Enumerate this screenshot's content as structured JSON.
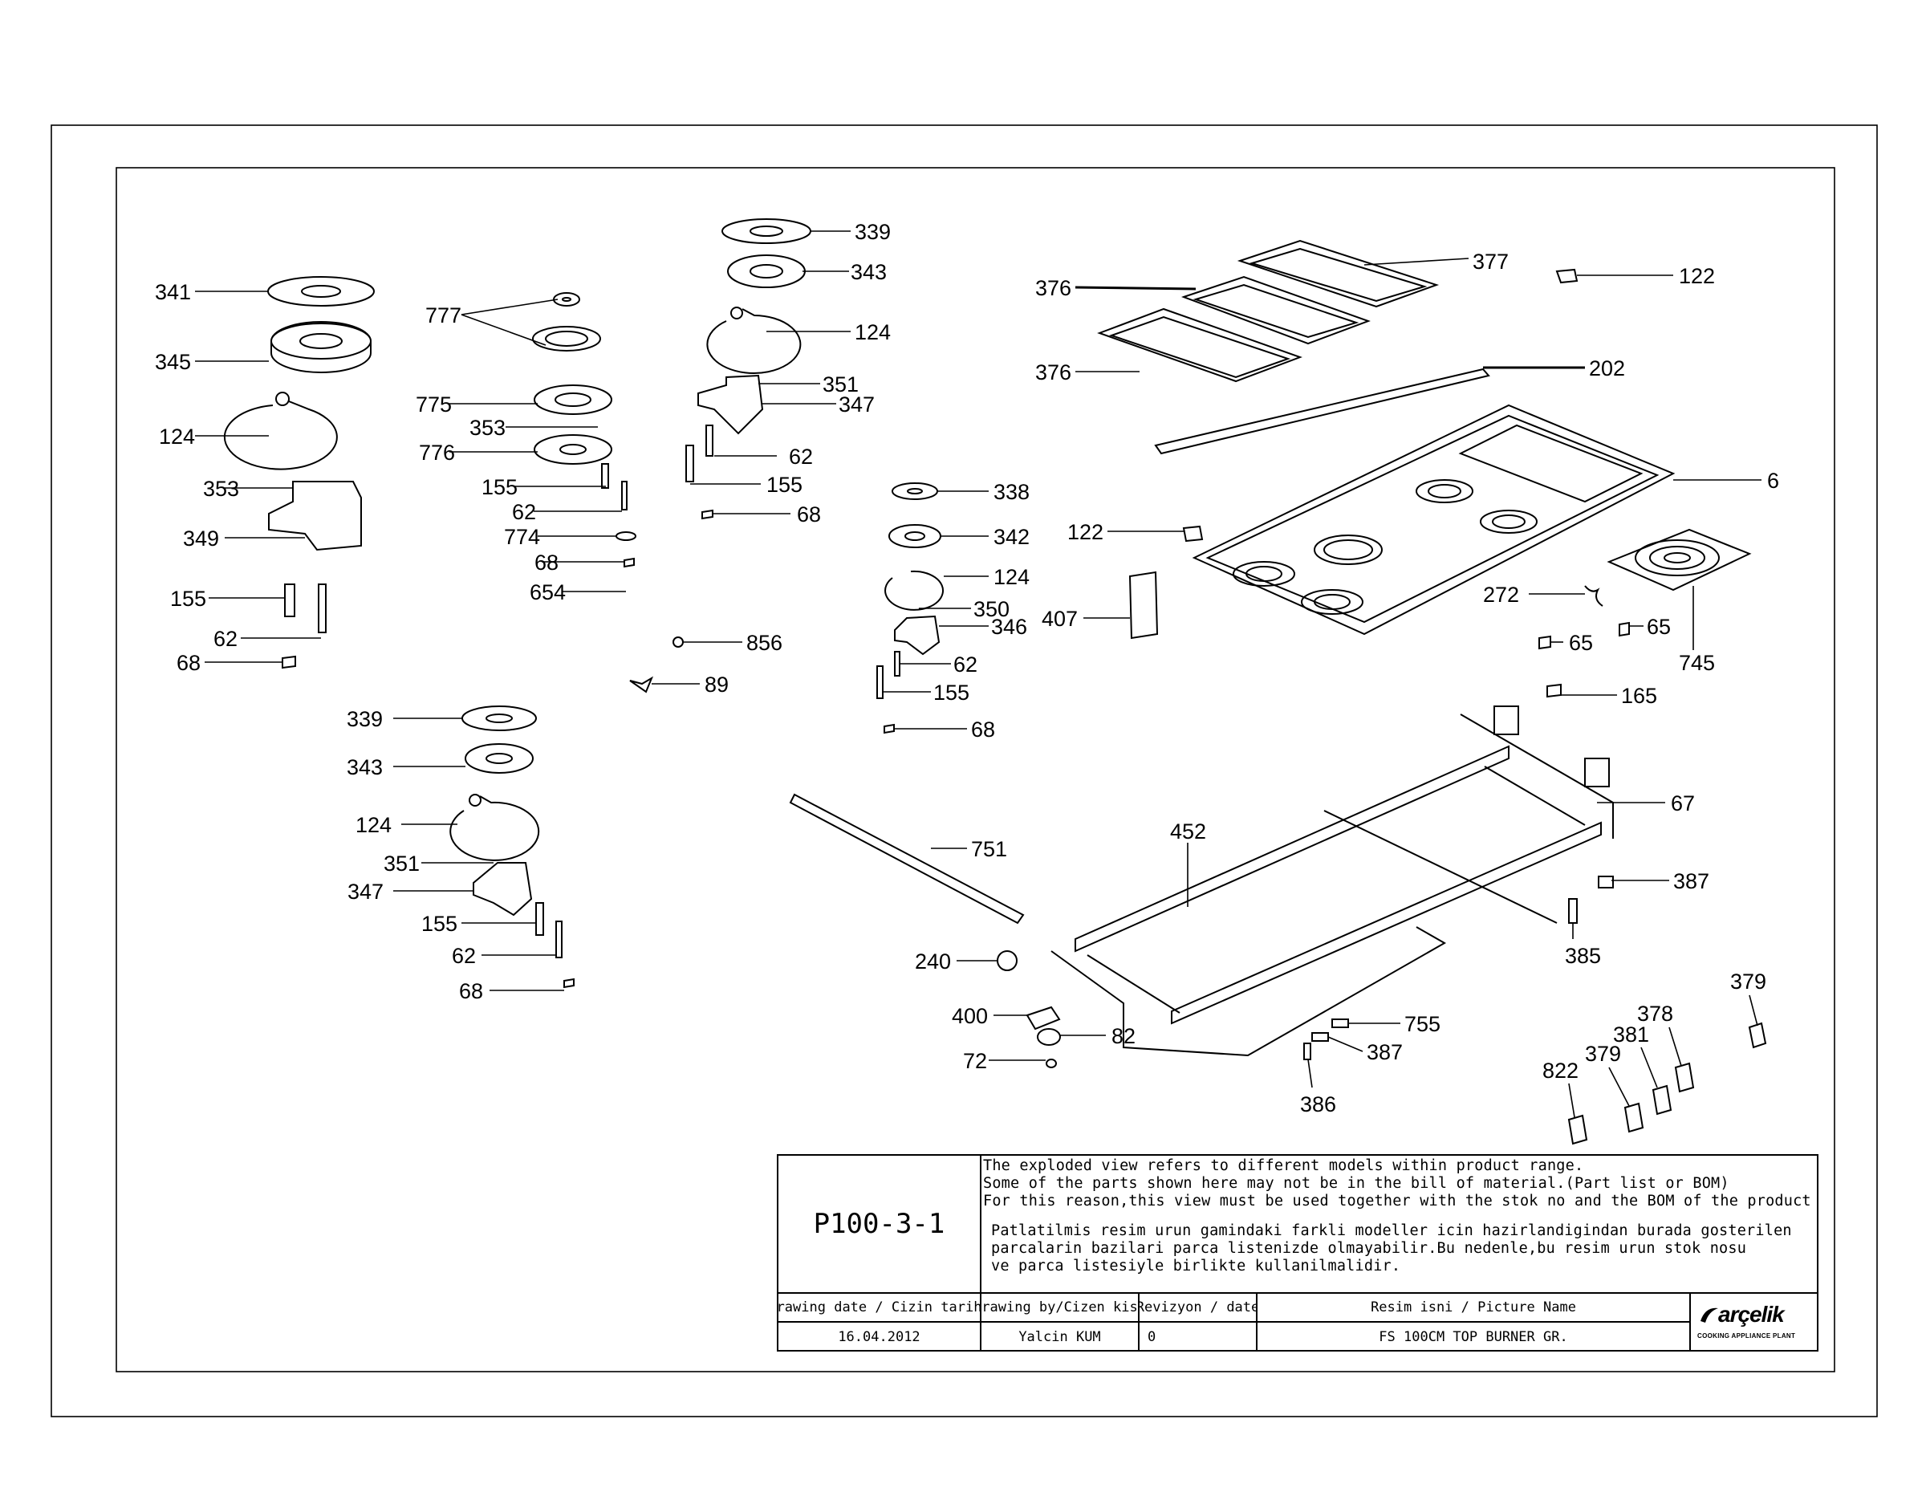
{
  "labels": {
    "p341": "341",
    "p345": "345",
    "p124a": "124",
    "p353a": "353",
    "p349": "349",
    "p155a": "155",
    "p62a": "62",
    "p68a": "68",
    "p777": "777",
    "p775": "775",
    "p353b": "353",
    "p776": "776",
    "p155b": "155",
    "p62b": "62",
    "p774": "774",
    "p68b": "68",
    "p654": "654",
    "p339a": "339",
    "p343a": "343",
    "p124b": "124",
    "p351a": "351",
    "p347a": "347",
    "p62c": "62",
    "p155c": "155",
    "p68c": "68",
    "p338": "338",
    "p342": "342",
    "p124c": "124",
    "p350": "350",
    "p346": "346",
    "p62d": "62",
    "p155d": "155",
    "p68d": "68",
    "p856": "856",
    "p89": "89",
    "p339b": "339",
    "p343b": "343",
    "p124d": "124",
    "p351b": "351",
    "p347b": "347",
    "p155e": "155",
    "p62e": "62",
    "p68e": "68",
    "p376a": "376",
    "p376b": "376",
    "p377": "377",
    "p122a": "122",
    "p202": "202",
    "p6": "6",
    "p122b": "122",
    "p407": "407",
    "p272": "272",
    "p65a": "65",
    "p65b": "65",
    "p745": "745",
    "p165": "165",
    "p751": "751",
    "p452": "452",
    "p67": "67",
    "p387a": "387",
    "p385": "385",
    "p240": "240",
    "p400": "400",
    "p82": "82",
    "p72": "72",
    "p755": "755",
    "p387b": "387",
    "p386": "386",
    "p379a": "379",
    "p378": "378",
    "p381": "381",
    "p379b": "379",
    "p822": "822"
  },
  "title_block": {
    "drawing_no": "P100-3-1",
    "note_en": "The exploded view refers to different models within product range.\nSome of the parts shown here may not be in the bill of material.(Part list or BOM)\nFor this reason,this view must be used together with the stok no and the BOM of the product",
    "note_tr": "Patlatilmis resim urun gamindaki farkli modeller icin hazirlandigindan burada gosterilen\nparcalarin bazilari parca listenizde olmayabilir.Bu nedenle,bu resim urun stok nosu\nve parca listesiyle birlikte kullanilmalidir.",
    "h_date": "Drawing date / Cizin tarihi",
    "h_by": "Drawing by/Cizen kisi",
    "h_rev": "Revizyon / date",
    "h_name": "Resim isni / Picture Name",
    "date": "16.04.2012",
    "by": "Yalcin KUM",
    "rev": "0",
    "name": "FS 100CM TOP BURNER GR.",
    "brand": "arçelik",
    "brand_sub": "COOKING APPLIANCE PLANT"
  }
}
